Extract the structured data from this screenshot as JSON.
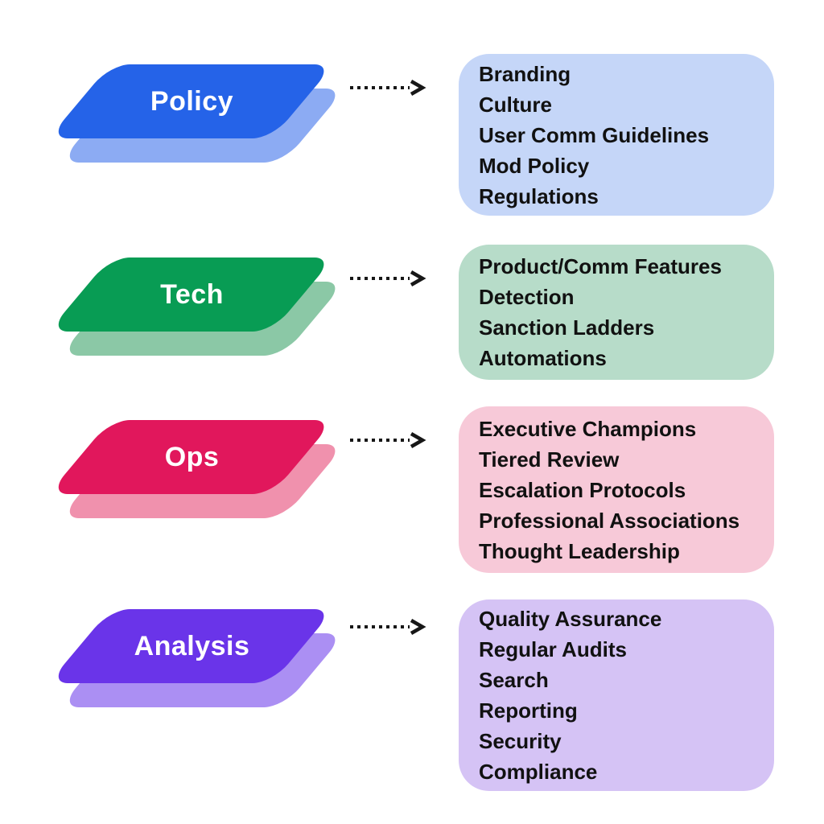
{
  "diagram": {
    "background_color": "#ffffff",
    "arrow_color": "#171717",
    "item_text_color": "#111111",
    "label_text_color": "#ffffff",
    "rows": [
      {
        "id": "policy",
        "label": "Policy",
        "shape_color": "#2563e8",
        "shape_shadow_color": "#8cabf3",
        "box_color": "#c5d6f8",
        "items": [
          "Branding",
          "Culture",
          "User Comm Guidelines",
          "Mod Policy",
          "Regulations"
        ]
      },
      {
        "id": "tech",
        "label": "Tech",
        "shape_color": "#089c54",
        "shape_shadow_color": "#8bc8a6",
        "box_color": "#b7dcc9",
        "items": [
          "Product/Comm Features",
          "Detection",
          "Sanction Ladders",
          "Automations"
        ]
      },
      {
        "id": "ops",
        "label": "Ops",
        "shape_color": "#e1175c",
        "shape_shadow_color": "#f091ad",
        "box_color": "#f7c9d8",
        "items": [
          "Executive Champions",
          "Tiered Review",
          "Escalation Protocols",
          "Professional Associations",
          "Thought Leadership"
        ]
      },
      {
        "id": "analysis",
        "label": "Analysis",
        "shape_color": "#6a34e9",
        "shape_shadow_color": "#ab8ff3",
        "box_color": "#d5c3f5",
        "items": [
          "Quality Assurance",
          "Regular Audits",
          "Search",
          "Reporting",
          "Security",
          "Compliance"
        ]
      }
    ]
  }
}
